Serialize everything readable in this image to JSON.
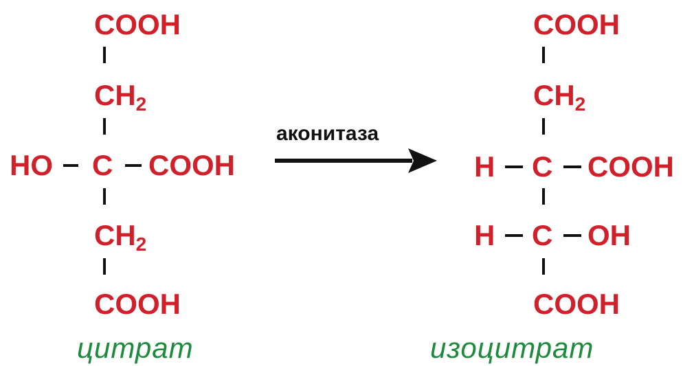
{
  "colors": {
    "formula": "#d0202a",
    "name": "#1e8a3c",
    "bond": "#111111",
    "arrow": "#111111"
  },
  "citrate": {
    "top_group": "COOH",
    "ch2_upper": "CH",
    "ch2_upper_sub": "2",
    "left_group": "HO",
    "center_atom": "C",
    "right_group": "COOH",
    "ch2_lower": "CH",
    "ch2_lower_sub": "2",
    "bottom_group": "COOH",
    "name": "цитрат"
  },
  "arrow": {
    "label": "аконитаза"
  },
  "isocitrate": {
    "top_group": "COOH",
    "ch2": "CH",
    "ch2_sub": "2",
    "upper_left": "H",
    "upper_center": "C",
    "upper_right": "COOH",
    "lower_left": "H",
    "lower_center": "C",
    "lower_right": "OH",
    "bottom_group": "COOH",
    "name": "изоцитрат"
  }
}
